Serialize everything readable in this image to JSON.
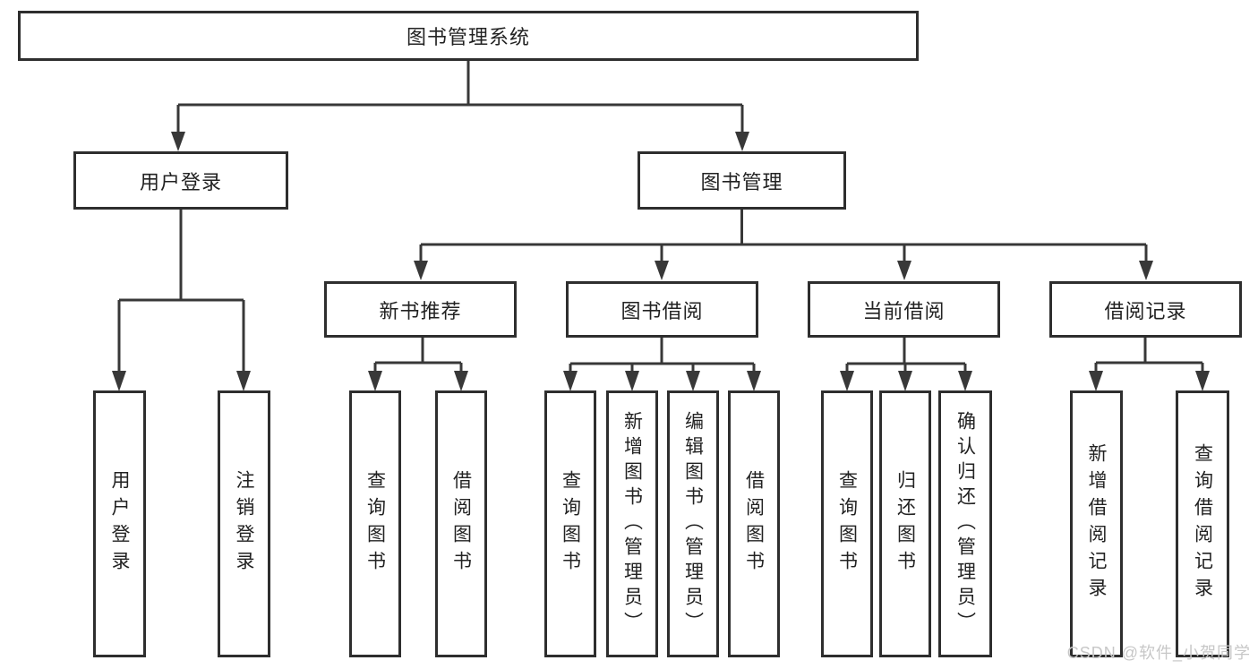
{
  "tree": {
    "label": "图书管理系统",
    "children": [
      {
        "label": "用户登录",
        "children": [
          {
            "label": "用户登录"
          },
          {
            "label": "注销登录"
          }
        ]
      },
      {
        "label": "图书管理",
        "children": [
          {
            "label": "新书推荐",
            "children": [
              {
                "label": "查询图书"
              },
              {
                "label": "借阅图书"
              }
            ]
          },
          {
            "label": "图书借阅",
            "children": [
              {
                "label": "查询图书"
              },
              {
                "label": "新增图书（管理员）"
              },
              {
                "label": "编辑图书（管理员）"
              },
              {
                "label": "借阅图书"
              }
            ]
          },
          {
            "label": "当前借阅",
            "children": [
              {
                "label": "查询图书"
              },
              {
                "label": "归还图书"
              },
              {
                "label": "确认归还（管理员）"
              }
            ]
          },
          {
            "label": "借阅记录",
            "children": [
              {
                "label": "新增借阅记录"
              },
              {
                "label": "查询借阅记录"
              }
            ]
          }
        ]
      }
    ]
  },
  "watermark": "CSDN @软件_小贺同学",
  "colors": {
    "line": "#383838",
    "box_border": "#2e2e2e",
    "text": "#222222",
    "watermark_text": "#c7c7c7",
    "background": "#ffffff"
  }
}
